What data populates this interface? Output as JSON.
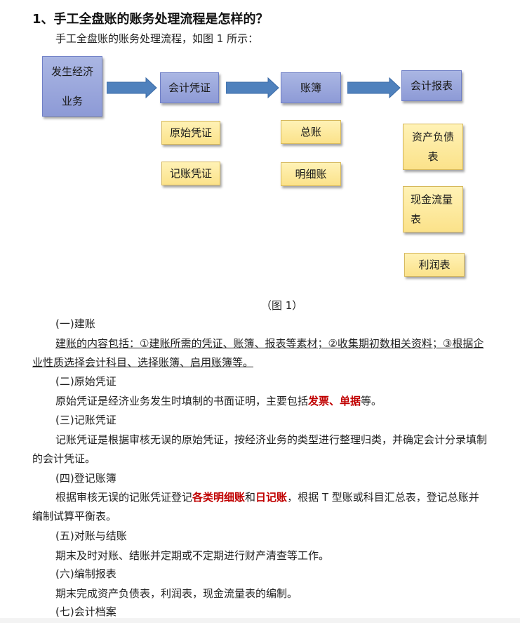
{
  "section_title": "1、手工全盘账的账务处理流程是怎样的？",
  "intro": "手工全盘账的账务处理流程，如图 1 所示：",
  "flow": {
    "start": "发生经济业务",
    "voucher": "会计凭证",
    "ledger": "账簿",
    "report": "会计报表",
    "voucher_items": [
      "原始凭证",
      "记账凭证"
    ],
    "ledger_items": [
      "总账",
      "明细账"
    ],
    "report_items": [
      "资产负债表",
      "现金流量表",
      "利润表"
    ]
  },
  "caption": "（图 1）",
  "sections": [
    {
      "heading": "(一)建账",
      "text": "建账的内容包括：①建账所需的凭证、账簿、报表等素材；②收集期初数相关资料；③根据企业性质选择会计科目、选择账簿、启用账簿等。"
    },
    {
      "heading": "(二)原始凭证",
      "text_before": "原始凭证是经济业务发生时填制的书面证明，主要包括",
      "highlight": "发票、单据",
      "text_after": "等。"
    },
    {
      "heading": "(三)记账凭证",
      "text": "记账凭证是根据审核无误的原始凭证，按经济业务的类型进行整理归类，并确定会计分录填制的会计凭证。"
    },
    {
      "heading": "(四)登记账簿",
      "text_before": "根据审核无误的记账凭证登记",
      "highlight1": "各类明细账",
      "text_mid": "和",
      "highlight2": "日记账",
      "text_after": "，根据 T 型账或科目汇总表，登记总账并编制试算平衡表。"
    },
    {
      "heading": "(五)对账与结账",
      "text": "期末及时对账、结账并定期或不定期进行财产清查等工作。"
    },
    {
      "heading": "(六)编制报表",
      "text": "期末完成资产负债表，利润表，现金流量表的编制。"
    },
    {
      "heading": "(七)会计档案"
    }
  ],
  "colors": {
    "blue_box": "#8d9ad6",
    "yellow_box": "#fbe28a",
    "arrow": "#4f81bd",
    "highlight": "#c00000"
  }
}
